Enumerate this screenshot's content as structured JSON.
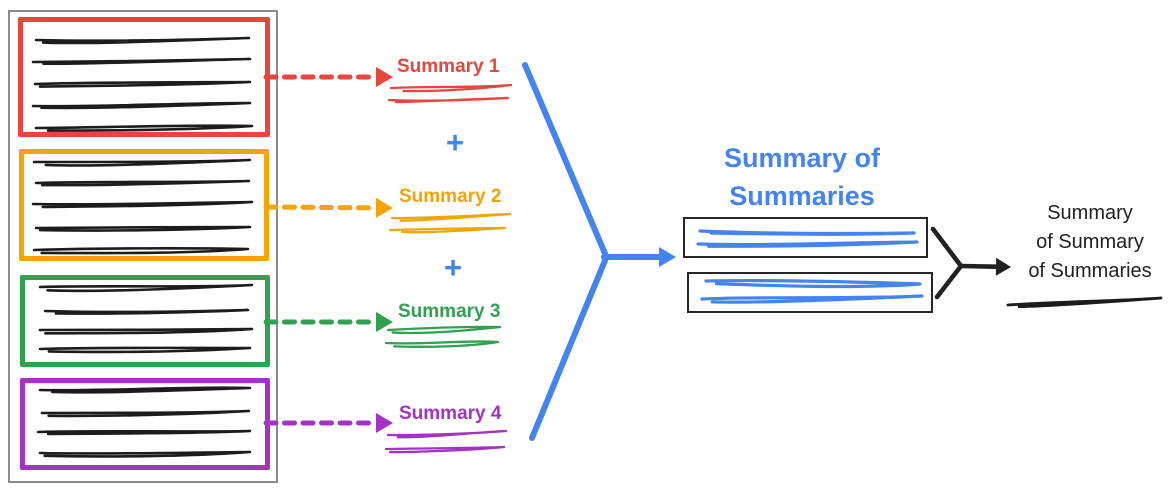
{
  "palette": {
    "red": "#e8463c",
    "orange": "#f5a406",
    "green": "#2fa14f",
    "purple": "#a233c6",
    "blue": "#4583f1",
    "ink": "#212121",
    "scribble_ink": "#1c1c1c",
    "outer_box_gray": "#8c8c8c",
    "small_box_border": "#262626",
    "background": "#ffffff"
  },
  "source_document": {
    "chunks": [
      {
        "id": "chunk-1",
        "color_name": "red",
        "text_line_count": 5
      },
      {
        "id": "chunk-2",
        "color_name": "orange",
        "text_line_count": 5
      },
      {
        "id": "chunk-3",
        "color_name": "green",
        "text_line_count": 4
      },
      {
        "id": "chunk-4",
        "color_name": "purple",
        "text_line_count": 4
      }
    ]
  },
  "summaries": [
    {
      "label": "Summary 1",
      "color_name": "red",
      "scribble_line_count": 2
    },
    {
      "label": "Summary 2",
      "color_name": "orange",
      "scribble_line_count": 2
    },
    {
      "label": "Summary 3",
      "color_name": "green",
      "scribble_line_count": 2
    },
    {
      "label": "Summary 4",
      "color_name": "purple",
      "scribble_line_count": 2
    }
  ],
  "operators": {
    "plus": "+"
  },
  "summary_of_summaries": {
    "title_line_1": "Summary of",
    "title_line_2": "Summaries",
    "color_name": "blue",
    "boxes": [
      {
        "scribble_line_count": 2
      },
      {
        "scribble_line_count": 2
      }
    ]
  },
  "final_summary": {
    "label_line_1": "Summary",
    "label_line_2": "of Summary",
    "label_line_3": "of Summaries",
    "color_name": "ink",
    "has_underline_scribble": true
  }
}
